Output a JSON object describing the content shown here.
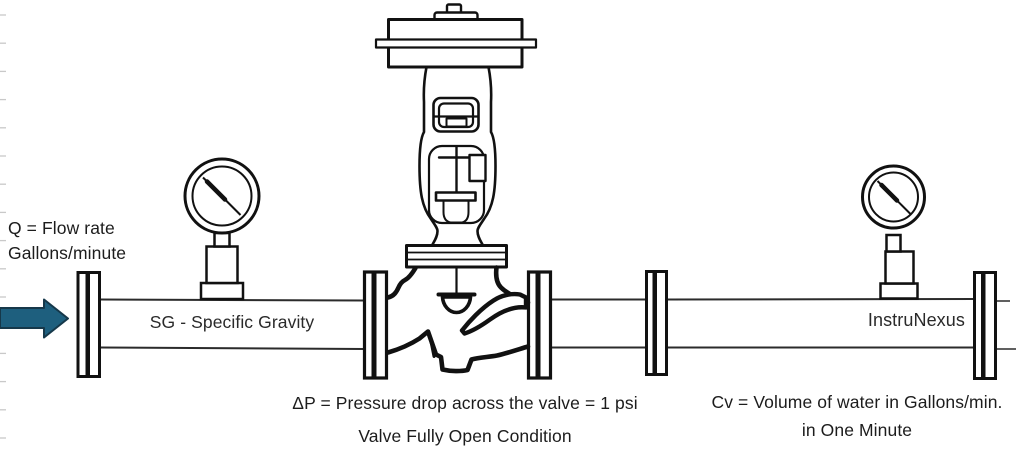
{
  "diagram": {
    "title_context": "Control valve Cv definition piping diagram",
    "flow_label": {
      "line1": "Q = Flow rate",
      "line2": "Gallons/minute"
    },
    "pipe_labels": {
      "specific_gravity": "SG - Specific Gravity",
      "brand": "InstruNexus"
    },
    "captions": {
      "pressure_drop": "ΔP = Pressure drop across the valve = 1 psi",
      "valve_condition": "Valve Fully Open Condition",
      "cv_line1": "Cv = Volume of water in Gallons/min.",
      "cv_line2": "in One Minute"
    },
    "components": [
      "flow-direction-arrow",
      "inlet-flange",
      "upstream-pressure-gauge",
      "control-valve-with-actuator",
      "valve-inlet-flange",
      "valve-outlet-flange",
      "mid-pipe-flange",
      "downstream-pressure-gauge",
      "outlet-flange"
    ],
    "colors": {
      "flow_arrow": "#1E5F7E",
      "flow_arrow_outline": "#16384A",
      "line": "#111111",
      "pipe_stroke": "#2b2b2b",
      "tick": "#c9c9c9"
    }
  }
}
